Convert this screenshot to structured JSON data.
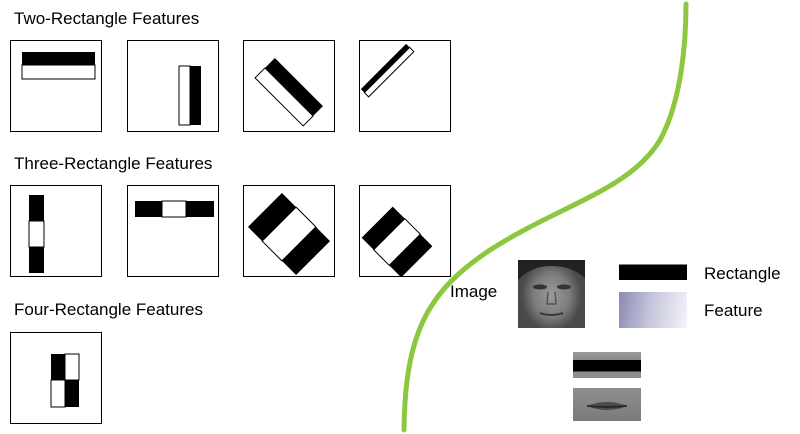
{
  "sections": {
    "two_rect": "Two-Rectangle Features",
    "three_rect": "Three-Rectangle Features",
    "four_rect": "Four-Rectangle Features"
  },
  "labels": {
    "image": "Image",
    "rectangle": "Rectangle",
    "feature": "Feature"
  },
  "colors": {
    "curve": "#8dc63f",
    "feature_dark": "#000000",
    "feature_light": "#ffffff"
  }
}
